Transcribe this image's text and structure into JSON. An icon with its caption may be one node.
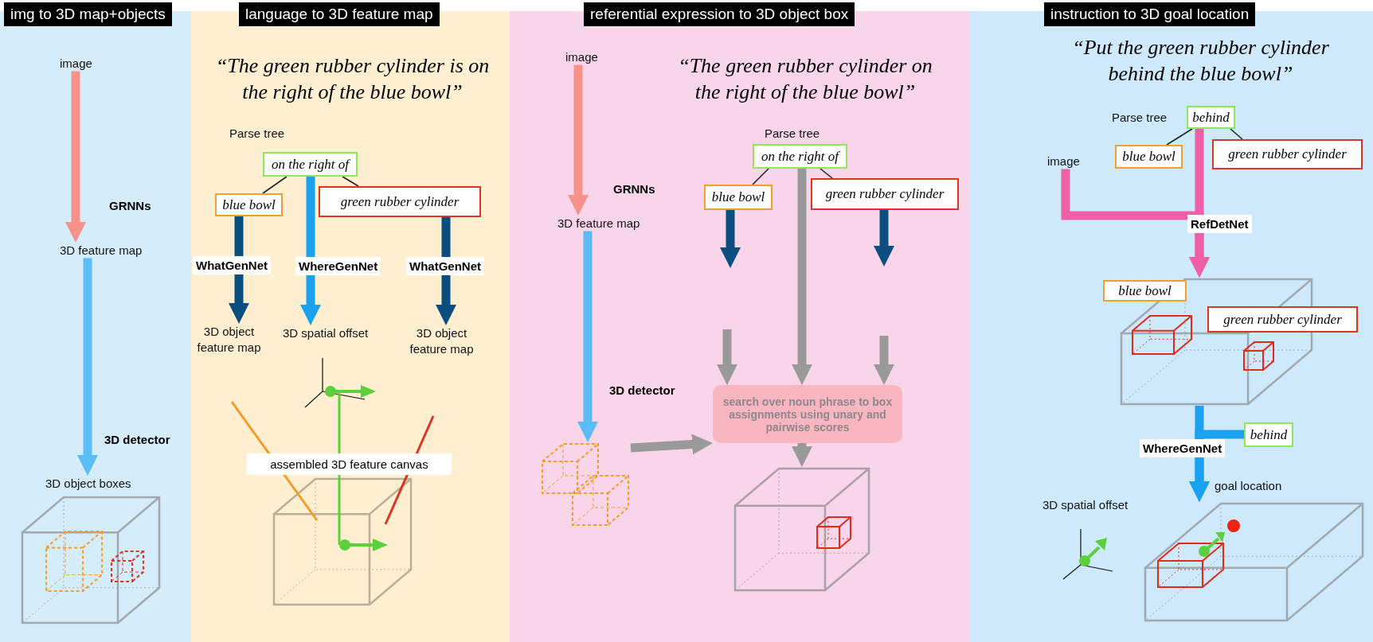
{
  "diagram": {
    "nodes": [
      {
        "text": [
          "img to 3D map+objects"
        ]
      },
      {
        "text": [
          "image"
        ],
        "in": 0
      },
      {
        "text": [
          "3D feature map"
        ],
        "in": 0
      },
      {
        "text": [
          "3D object boxes"
        ],
        "in": 0
      },
      {
        "text": [
          "language to 3D feature map"
        ]
      },
      {
        "text": [
          "on the right of"
        ],
        "in": 4
      },
      {
        "text": [
          "blue bowl"
        ],
        "in": 4
      },
      {
        "text": [
          "green rubber cylinder"
        ],
        "in": 4
      },
      {
        "text": [
          "3D object feature map"
        ],
        "in": 4
      },
      {
        "text": [
          "3D spatial offset"
        ],
        "in": 4
      },
      {
        "text": [
          "3D object feature map"
        ],
        "in": 4
      },
      {
        "text": [
          "assembled 3D feature canvas"
        ],
        "in": 4
      },
      {
        "text": [
          "referential expression to 3D object box"
        ]
      },
      {
        "text": [
          "image"
        ],
        "in": 12
      },
      {
        "text": [
          "3D feature map"
        ],
        "in": 12
      },
      {
        "text": [
          "on the right of"
        ],
        "in": 12
      },
      {
        "text": [
          "blue bowl"
        ],
        "in": 12
      },
      {
        "text": [
          "green rubber cylinder"
        ],
        "in": 12
      },
      {
        "text": [
          "search over noun phrase to box assignments using unary and pairwise scores"
        ],
        "in": 12
      },
      {
        "text": [],
        "shape": "cube",
        "in": 12
      },
      {
        "text": [],
        "shape": "cube",
        "in": 12
      },
      {
        "text": [
          "instruction to 3D goal location"
        ]
      },
      {
        "text": [
          "behind"
        ],
        "in": 21
      },
      {
        "text": [
          "blue bowl"
        ],
        "in": 21
      },
      {
        "text": [
          "green rubber cylinder"
        ],
        "in": 21
      },
      {
        "text": [
          "image"
        ],
        "in": 21
      },
      {
        "text": [],
        "shape": "cube",
        "in": 21
      },
      {
        "text": [
          "blue bowl"
        ],
        "in": 21
      },
      {
        "text": [
          "green rubber cylinder"
        ],
        "in": 21
      },
      {
        "text": [
          "behind"
        ],
        "in": 21
      },
      {
        "text": [],
        "shape": "cube",
        "in": 21
      }
    ],
    "edges": [
      {
        "from": 1,
        "to": 2,
        "arrow": "to",
        "label": "GRNNs",
        "color": "#f7928a"
      },
      {
        "from": 2,
        "to": 3,
        "arrow": "to",
        "label": "3D detector",
        "color": "#5bbcf6"
      },
      {
        "from": 5,
        "to": 6,
        "arrow": "none"
      },
      {
        "from": 5,
        "to": 7,
        "arrow": "none"
      },
      {
        "from": 6,
        "to": 8,
        "arrow": "to",
        "label": "WhatGenNet",
        "color": "#0b4f80"
      },
      {
        "from": 5,
        "to": 9,
        "arrow": "to",
        "label": "WhereGenNet",
        "color": "#1ba1f2"
      },
      {
        "from": 7,
        "to": 10,
        "arrow": "to",
        "label": "WhatGenNet",
        "color": "#0b4f80"
      },
      {
        "from": 13,
        "to": 14,
        "arrow": "to",
        "label": "GRNNs",
        "color": "#f7928a"
      },
      {
        "from": 14,
        "to": 19,
        "arrow": "to",
        "label": "3D detector",
        "color": "#5bbcf6"
      },
      {
        "from": 15,
        "to": 16,
        "arrow": "none"
      },
      {
        "from": 15,
        "to": 17,
        "arrow": "none"
      },
      {
        "from": 16,
        "to": null,
        "arrow": "to",
        "color": "#0b4f80"
      },
      {
        "from": 15,
        "to": 18,
        "arrow": "to",
        "color": "#999999"
      },
      {
        "from": 17,
        "to": null,
        "arrow": "to",
        "color": "#0b4f80"
      },
      {
        "from": null,
        "to": 18,
        "arrow": "to",
        "color": "#999999"
      },
      {
        "from": null,
        "to": 18,
        "arrow": "to",
        "color": "#999999"
      },
      {
        "from": 19,
        "to": 18,
        "arrow": "to",
        "color": "#999999"
      },
      {
        "from": 18,
        "to": 20,
        "arrow": "to",
        "color": "#999999"
      },
      {
        "from": 22,
        "to": 23,
        "arrow": "none"
      },
      {
        "from": 22,
        "to": 24,
        "arrow": "none"
      },
      {
        "from": 25,
        "to": 26,
        "arrow": "to",
        "label": "RefDetNet",
        "color": "#ee5fa7"
      },
      {
        "from": 22,
        "to": 26,
        "arrow": "to",
        "color": "#ee5fa7"
      },
      {
        "from": 26,
        "to": 30,
        "arrow": "to",
        "label": "WhereGenNet",
        "color": "#1ba1f2"
      },
      {
        "from": 29,
        "to": 30,
        "arrow": "to",
        "color": "#1ba1f2"
      }
    ],
    "labels": [
      "“The green rubber cylinder is on the right of the blue bowl”",
      "Parse tree",
      "“The green rubber cylinder on the right of the blue bowl”",
      "Parse tree",
      "“Put the green rubber cylinder behind the blue bowl”",
      "Parse tree",
      "goal location",
      "3D spatial offset"
    ]
  }
}
